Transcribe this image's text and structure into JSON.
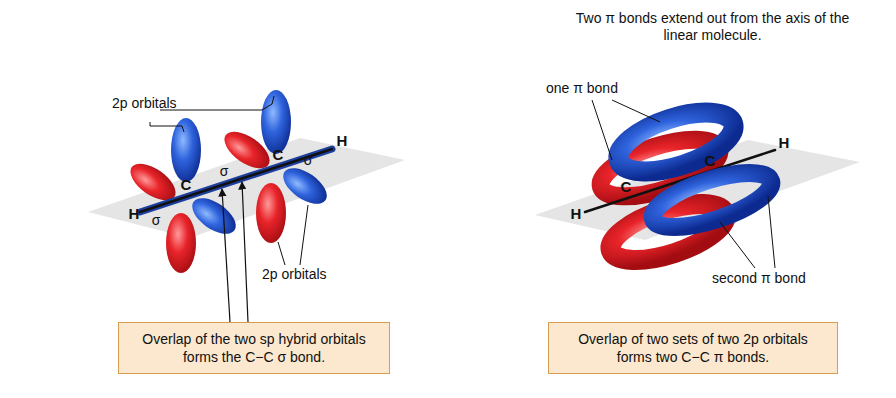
{
  "diagram": {
    "nodes": [
      {
        "text": [
          "Overlap of the two sp hybrid orbitals forms the C−C σ bond."
        ]
      },
      {
        "text": [
          "Overlap of two sets of two 2p orbitals forms two C−C π bonds."
        ]
      }
    ],
    "labels": [
      "2p orbitals",
      "H",
      "σ",
      "C",
      "σ",
      "C",
      "σ",
      "H",
      "2p orbitals",
      "Two π bonds extend out from the axis of the linear molecule.",
      "one π bond",
      "H",
      "C",
      "C",
      "H",
      "second π bond"
    ]
  }
}
